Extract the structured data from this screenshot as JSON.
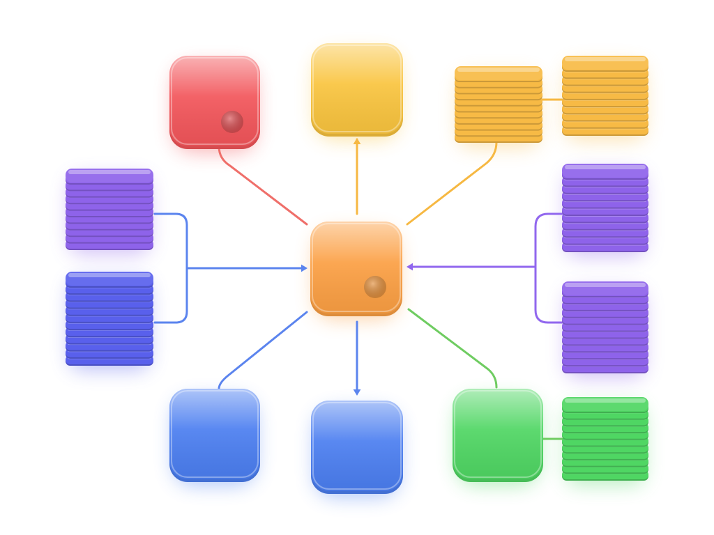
{
  "diagram": {
    "colors": {
      "red": "#f2555a",
      "yellow": "#f9c43e",
      "amber": "#f7ba45",
      "orange": "#fb9f43",
      "violet": "#8e63ea",
      "indigo": "#5960ec",
      "blue": "#4b7ef0",
      "green": "#4fd663",
      "line_red": "#ef6f6a",
      "line_yellow": "#f6b842",
      "line_blue": "#5b84ee",
      "line_violet": "#9167ee",
      "line_green": "#6fcc61"
    },
    "nodes": [
      {
        "name": "hub-node",
        "kind": "box",
        "color": "orange",
        "dot": true
      },
      {
        "name": "red-node",
        "kind": "box",
        "color": "red",
        "dot": true
      },
      {
        "name": "yellow-node",
        "kind": "box",
        "color": "yellow",
        "dot": false
      },
      {
        "name": "blue-node-left",
        "kind": "box",
        "color": "blue",
        "dot": false
      },
      {
        "name": "blue-node-bottom",
        "kind": "box",
        "color": "blue",
        "dot": false
      },
      {
        "name": "green-node",
        "kind": "box",
        "color": "green",
        "dot": false
      },
      {
        "name": "amber-stack-a",
        "kind": "stack",
        "color": "amber"
      },
      {
        "name": "amber-stack-b",
        "kind": "stack",
        "color": "amber"
      },
      {
        "name": "violet-stack-left",
        "kind": "stack",
        "color": "violet"
      },
      {
        "name": "indigo-stack-left",
        "kind": "stack",
        "color": "indigo"
      },
      {
        "name": "violet-stack-right-top",
        "kind": "stack",
        "color": "violet"
      },
      {
        "name": "violet-stack-right-bottom",
        "kind": "stack",
        "color": "violet"
      },
      {
        "name": "green-stack",
        "kind": "stack",
        "color": "green"
      }
    ],
    "edges": [
      {
        "name": "edge-red-to-hub",
        "color": "line_red",
        "arrow": "none"
      },
      {
        "name": "edge-hub-to-yellow",
        "color": "line_yellow",
        "arrow": "end"
      },
      {
        "name": "edge-amber-to-hub",
        "color": "line_yellow",
        "arrow": "none"
      },
      {
        "name": "edge-amber-bridge",
        "color": "line_yellow",
        "arrow": "none"
      },
      {
        "name": "edge-left-stacks-to-hub",
        "color": "line_blue",
        "arrow": "end"
      },
      {
        "name": "edge-right-stacks-to-hub",
        "color": "line_violet",
        "arrow": "end"
      },
      {
        "name": "edge-hub-to-blue-left",
        "color": "line_blue",
        "arrow": "none"
      },
      {
        "name": "edge-hub-to-blue-bottom",
        "color": "line_blue",
        "arrow": "end"
      },
      {
        "name": "edge-hub-to-green",
        "color": "line_green",
        "arrow": "none"
      },
      {
        "name": "edge-green-bridge",
        "color": "line_green",
        "arrow": "none"
      }
    ]
  }
}
